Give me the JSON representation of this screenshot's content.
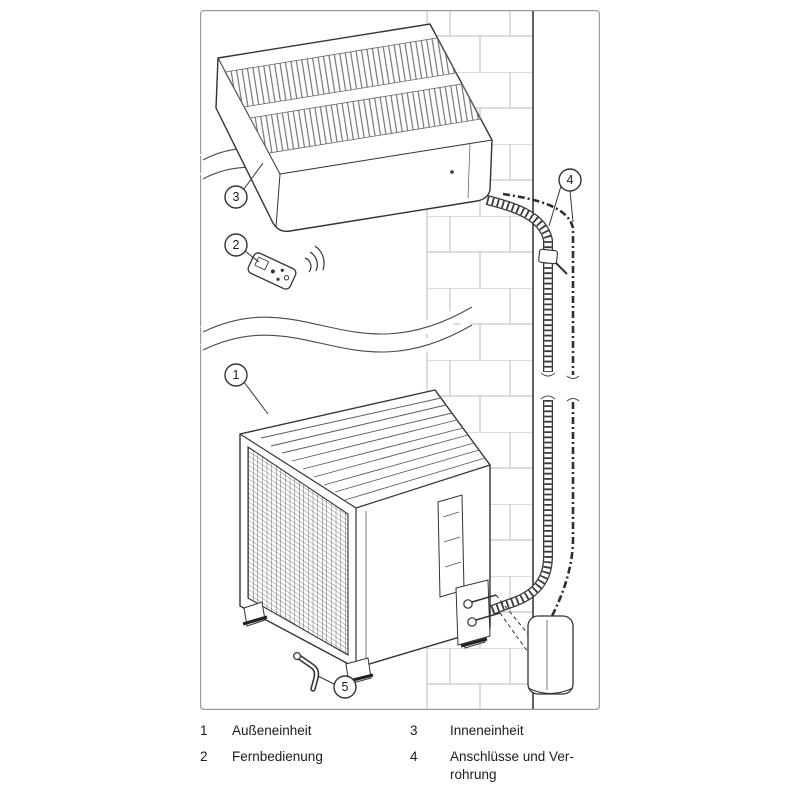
{
  "colors": {
    "ink": "#333333",
    "brick": "#c6c6c6",
    "frame": "#9b9b9b",
    "background": "#ffffff"
  },
  "diagram": {
    "callouts": [
      {
        "num": "1"
      },
      {
        "num": "2"
      },
      {
        "num": "3"
      },
      {
        "num": "4"
      },
      {
        "num": "5"
      }
    ]
  },
  "legend": {
    "items": [
      {
        "num": "1",
        "label": "Außeneinheit"
      },
      {
        "num": "2",
        "label": "Fernbedienung"
      },
      {
        "num": "3",
        "label": "Inneneinheit"
      },
      {
        "num": "4",
        "label": "Anschlüsse und Ver-\nrohrung"
      }
    ]
  }
}
